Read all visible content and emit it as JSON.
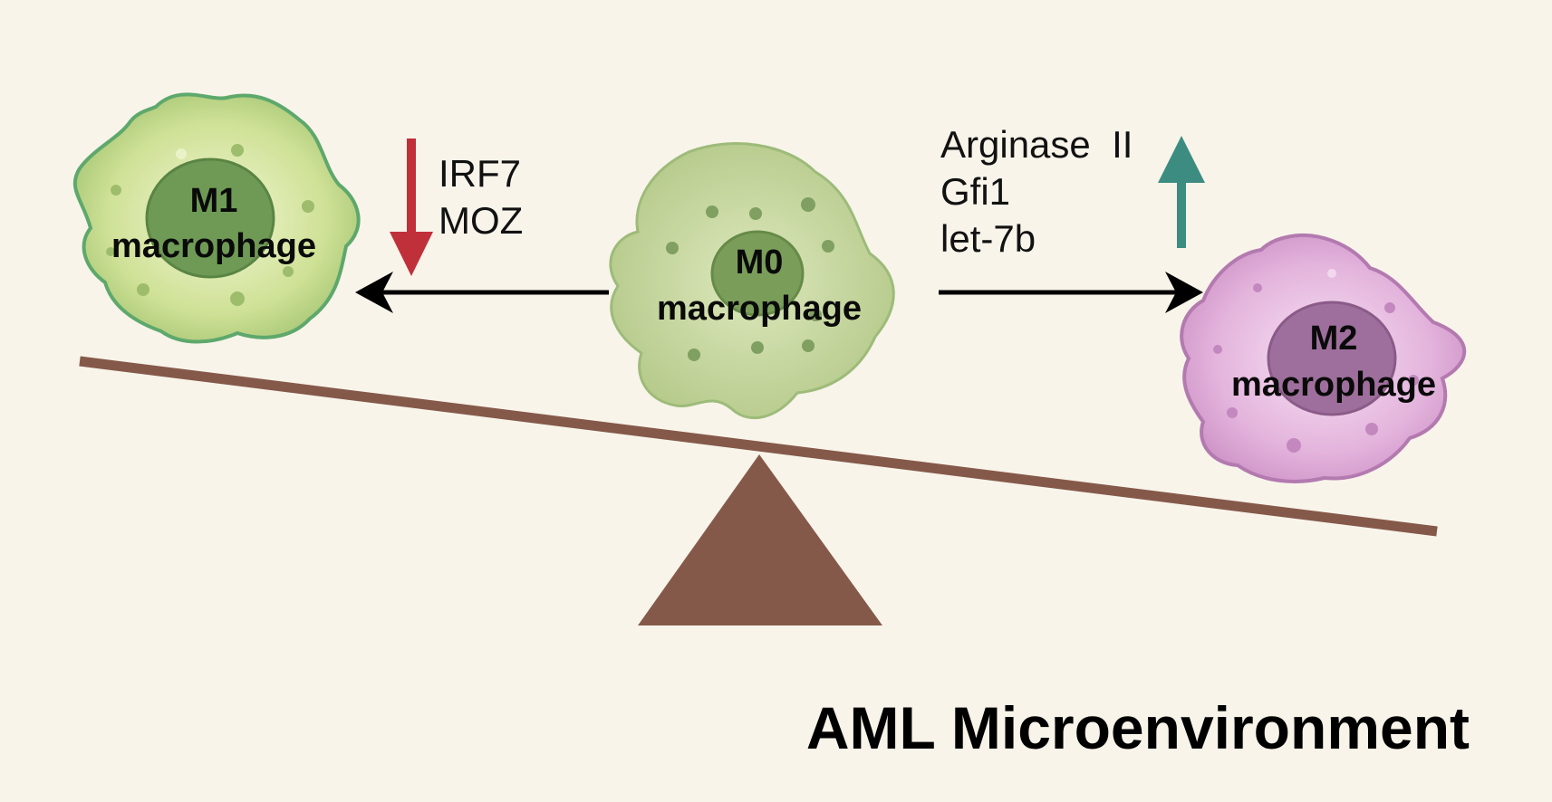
{
  "title": "AML Microenvironment",
  "cells": {
    "m1": {
      "name": "M1",
      "type": "macrophage"
    },
    "m0": {
      "name": "M0",
      "type": "macrophage"
    },
    "m2": {
      "name": "M2",
      "type": "macrophage"
    }
  },
  "down_factors": [
    "IRF7",
    "MOZ"
  ],
  "up_factors": [
    "Arginase  II",
    "Gfi1",
    "let-7b"
  ],
  "colors": {
    "background": "#f8f4ea",
    "down_arrow": "#c0303a",
    "up_arrow": "#3d8c82",
    "seesaw": "#85594a",
    "m1_body": "#c9dc8e",
    "m0_body": "#c3d59a",
    "m2_body": "#deadd6"
  },
  "icons": {
    "down": "red-down-arrow-icon",
    "up": "teal-up-arrow-icon",
    "left": "black-left-arrow-icon",
    "right": "black-right-arrow-icon"
  }
}
